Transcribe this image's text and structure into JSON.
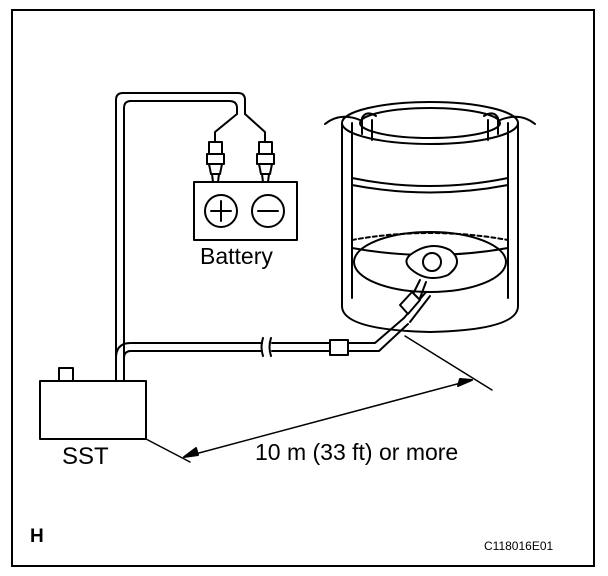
{
  "labels": {
    "battery": "Battery",
    "sst": "SST",
    "distance": "10 m (33 ft) or more",
    "panel_letter": "H",
    "figure_code": "C118016E01"
  },
  "icons": {
    "positive_terminal": "plus-symbol",
    "negative_terminal": "minus-symbol"
  },
  "colors": {
    "line": "#000000",
    "background": "#ffffff"
  }
}
